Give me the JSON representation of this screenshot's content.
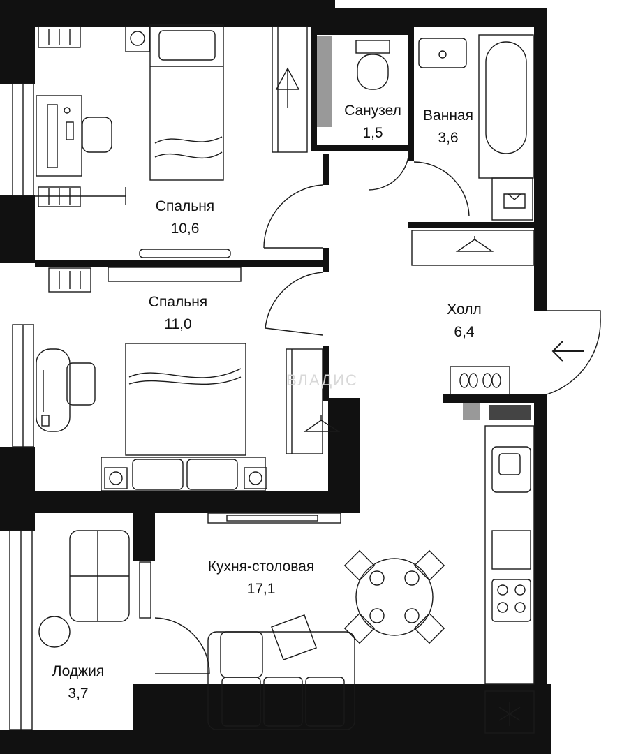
{
  "rooms": [
    {
      "id": "bedroom1",
      "name": "Спальня",
      "area": "10,6"
    },
    {
      "id": "bathroom-wc",
      "name": "Санузел",
      "area": "1,5"
    },
    {
      "id": "bath",
      "name": "Ванная",
      "area": "3,6"
    },
    {
      "id": "bedroom2",
      "name": "Спальня",
      "area": "11,0"
    },
    {
      "id": "hall",
      "name": "Холл",
      "area": "6,4"
    },
    {
      "id": "kitchen",
      "name": "Кухня-столовая",
      "area": "17,1"
    },
    {
      "id": "loggia",
      "name": "Лоджия",
      "area": "3,7"
    }
  ],
  "watermark": "ВЛАДИС",
  "colors": {
    "wall": "#111111",
    "line": "#1a1a1a",
    "gray": "#999999",
    "background": "#ffffff"
  },
  "icons": [
    "entrance-arrow-icon",
    "snowflake-icon",
    "wardrobe-hanger-icon",
    "washing-machine-icon"
  ]
}
